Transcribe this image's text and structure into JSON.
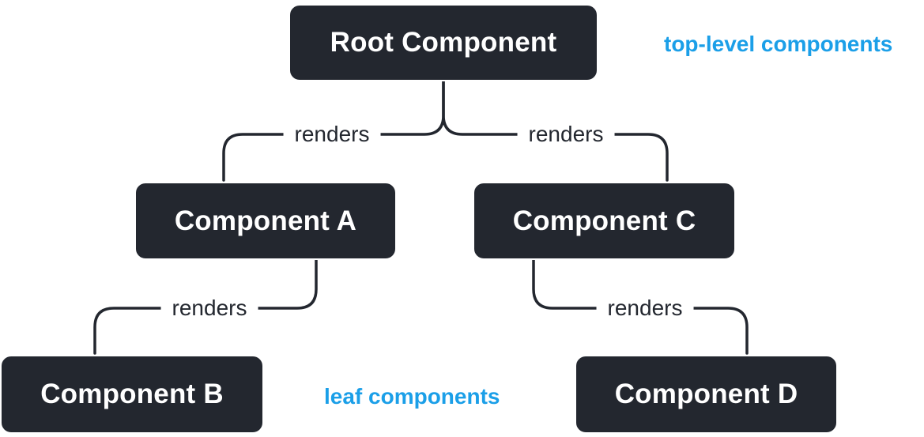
{
  "diagram": {
    "type": "tree",
    "nodes": [
      {
        "id": "root-component",
        "label": "Root Component",
        "role": "root"
      },
      {
        "id": "component-a",
        "label": "Component A",
        "role": "branch"
      },
      {
        "id": "component-c",
        "label": "Component C",
        "role": "branch"
      },
      {
        "id": "component-b",
        "label": "Component B",
        "role": "leaf"
      },
      {
        "id": "component-d",
        "label": "Component D",
        "role": "leaf"
      }
    ],
    "edges": [
      {
        "from": "Root Component",
        "to": "Component A",
        "label": "renders"
      },
      {
        "from": "Root Component",
        "to": "Component C",
        "label": "renders"
      },
      {
        "from": "Component A",
        "to": "Component B",
        "label": "renders"
      },
      {
        "from": "Component C",
        "to": "Component D",
        "label": "renders"
      }
    ],
    "annotations": {
      "top": {
        "text": "top-level components"
      },
      "bottom": {
        "text": "leaf components"
      }
    },
    "colors": {
      "node_background": "#23272F",
      "node_text": "#FFFFFF",
      "connector": "#23272F",
      "edge_label_text": "#23272F",
      "annotation_accent": "#1B9FE8",
      "canvas_background": "#FFFFFF"
    }
  }
}
